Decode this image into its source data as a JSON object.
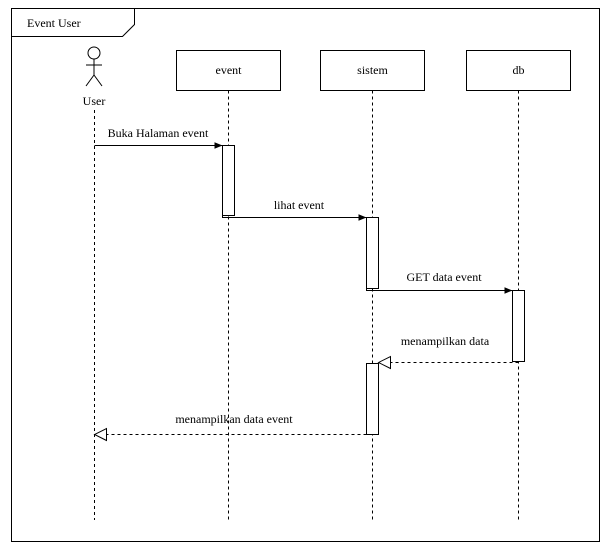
{
  "frame": {
    "title": "Event User"
  },
  "actor": {
    "label": "User"
  },
  "lifelines": [
    {
      "id": "event",
      "label": "event"
    },
    {
      "id": "sistem",
      "label": "sistem"
    },
    {
      "id": "db",
      "label": "db"
    }
  ],
  "messages": [
    {
      "from": "User",
      "to": "event",
      "label": "Buka Halaman event",
      "kind": "sync"
    },
    {
      "from": "event",
      "to": "sistem",
      "label": "lihat event",
      "kind": "sync"
    },
    {
      "from": "sistem",
      "to": "db",
      "label": "GET data event",
      "kind": "sync"
    },
    {
      "from": "db",
      "to": "sistem",
      "label": "menampilkan data",
      "kind": "return"
    },
    {
      "from": "sistem",
      "to": "User",
      "label": "menampilkan data event",
      "kind": "return"
    }
  ],
  "colors": {
    "stroke": "#000000",
    "background": "#ffffff"
  }
}
